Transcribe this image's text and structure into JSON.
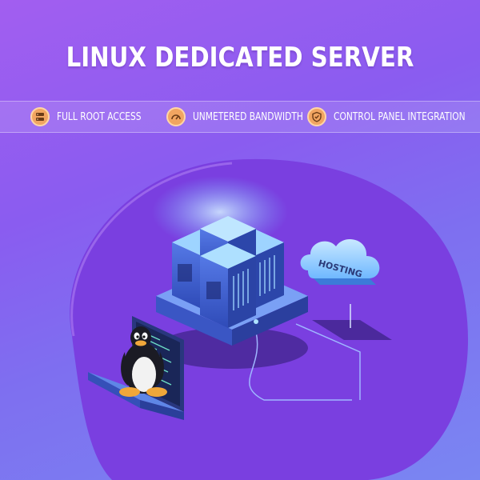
{
  "title": "LINUX DEDICATED SERVER",
  "features": [
    {
      "label": "FULL ROOT ACCESS",
      "icon": "server-icon"
    },
    {
      "label": "UNMETERED BANDWIDTH",
      "icon": "speed-gauge-icon"
    },
    {
      "label": "CONTROL PANEL INTEGRATION",
      "icon": "shield-check-icon"
    }
  ],
  "cloud_label": "HOSTING",
  "colors": {
    "background_top": "#a25ef0",
    "background_bottom": "#7a86f2",
    "blob": "#7a3fe0",
    "icon_orange": "#f1a561",
    "server_blue": "#4a6fd8"
  }
}
